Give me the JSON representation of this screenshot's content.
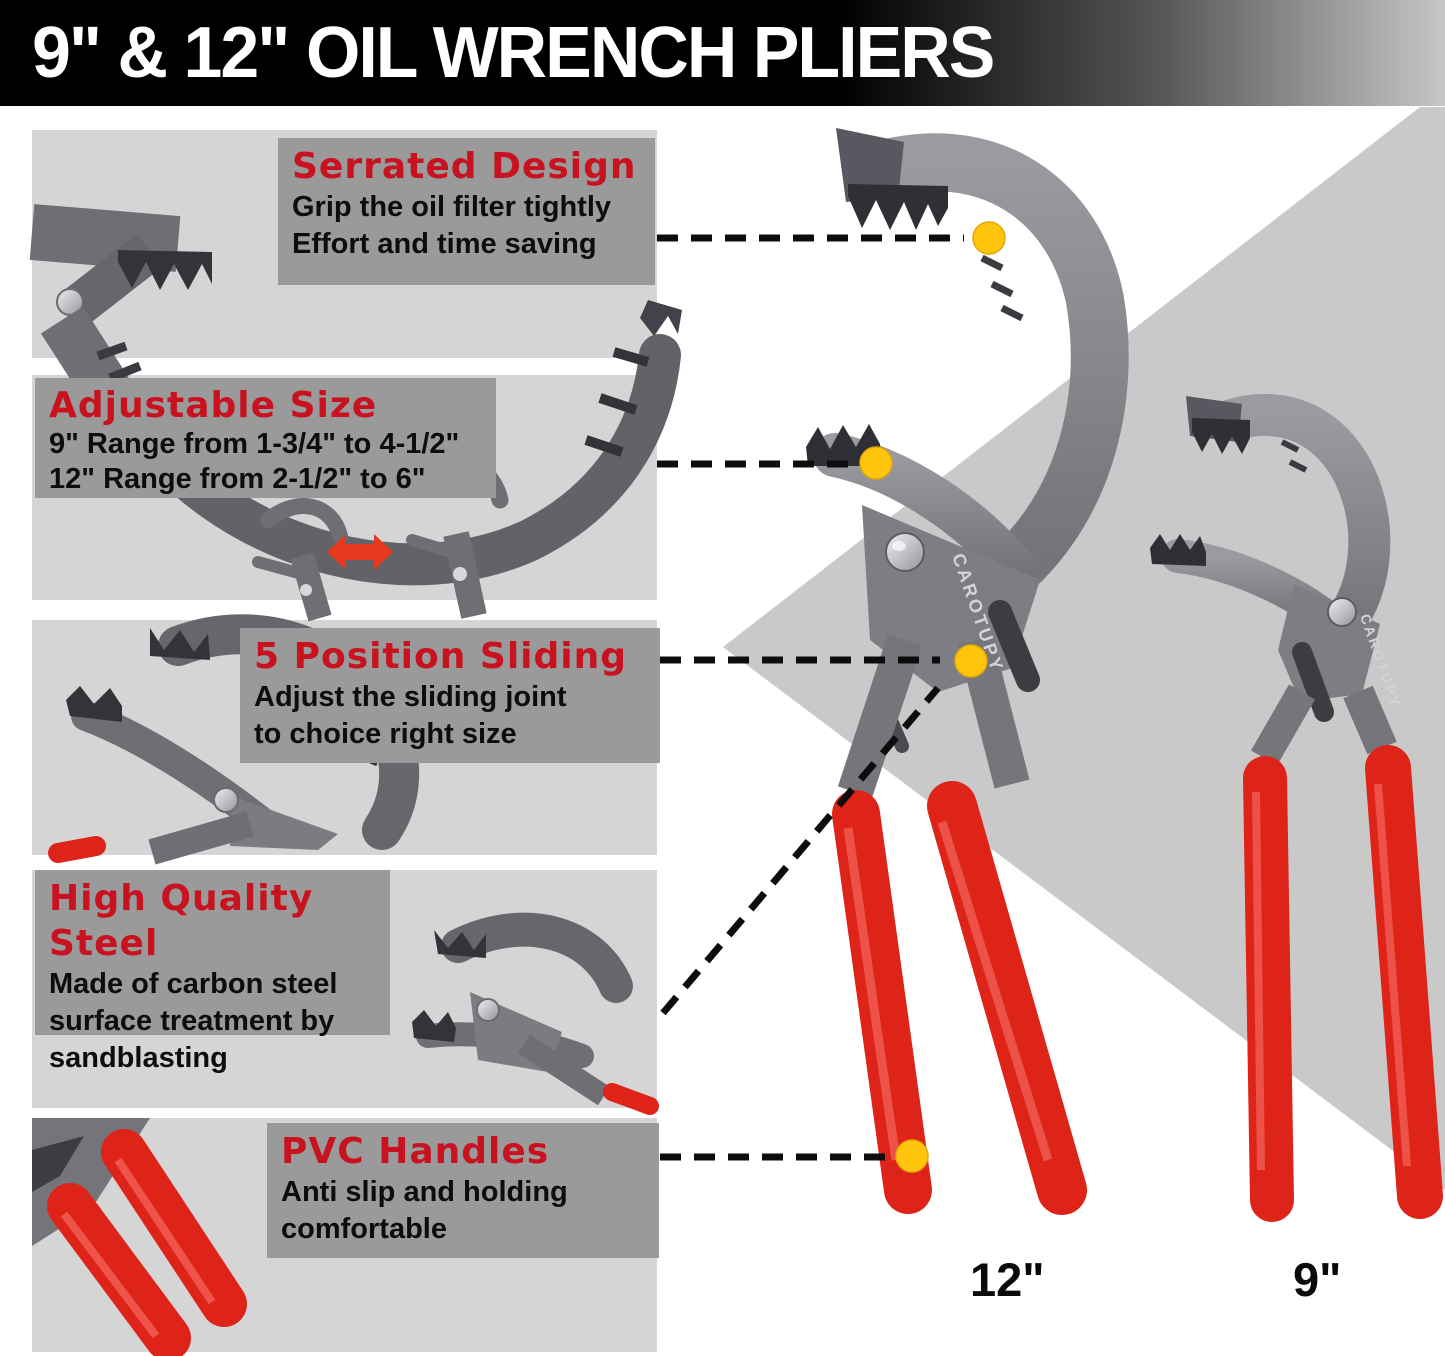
{
  "title": "9\" & 12\" OIL WRENCH PLIERS",
  "brand": "CAROTUPY",
  "callouts": [
    {
      "heading": "Serrated Design",
      "lines": [
        "Grip the oil filter tightly",
        "Effort and time saving"
      ]
    },
    {
      "heading": "Adjustable Size",
      "lines": [
        "9\" Range from 1-3/4\" to 4-1/2\"",
        "12\" Range from 2-1/2\" to 6\""
      ]
    },
    {
      "heading": "5 Position Sliding",
      "lines": [
        "Adjust the sliding joint",
        "to choice right size"
      ]
    },
    {
      "heading": "High Quality Steel",
      "lines": [
        "Made of carbon steel",
        "surface treatment by",
        "sandblasting"
      ]
    },
    {
      "heading": "PVC Handles",
      "lines": [
        "Anti slip and holding",
        "comfortable"
      ]
    }
  ],
  "size_labels": {
    "large": "12\"",
    "small": "9\""
  },
  "colors": {
    "accent_red": "#c9121f",
    "handle_red": "#de2318",
    "marker_yellow": "#fec50c",
    "panel_gray": "#d5d5d5",
    "callout_gray": "#9a9a9a",
    "triangle_gray": "#c9c9c9",
    "title_bar": "#000000"
  }
}
